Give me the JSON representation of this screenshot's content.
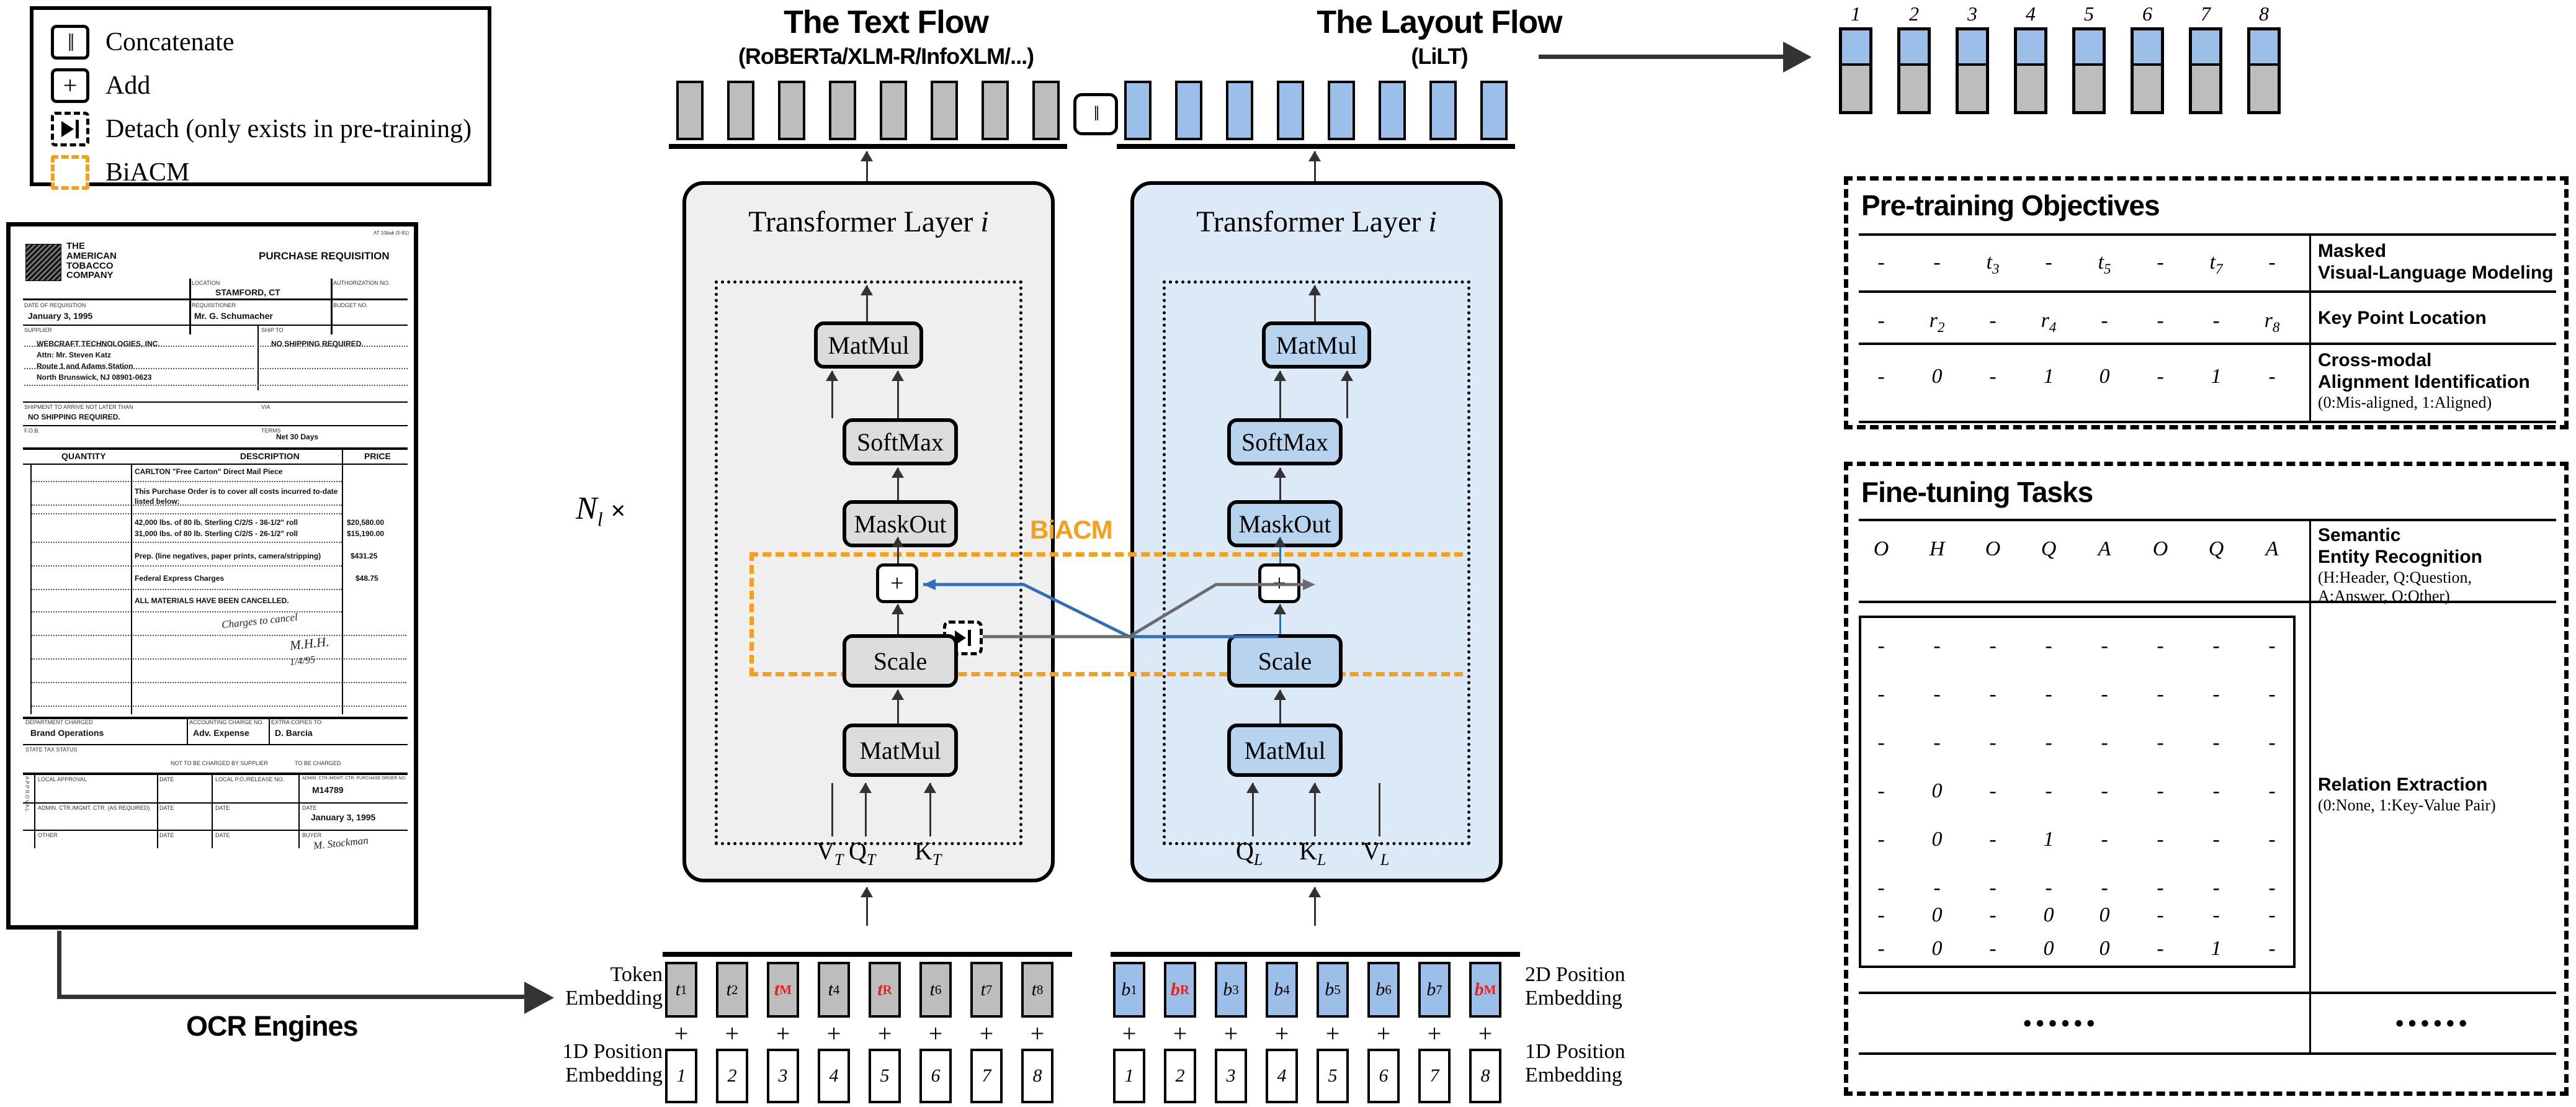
{
  "legend": {
    "items": [
      {
        "glyph": "concatenate-icon",
        "label": "Concatenate"
      },
      {
        "glyph": "add-icon",
        "label": "Add"
      },
      {
        "glyph": "detach-icon",
        "label": "Detach (only exists in pre-training)"
      },
      {
        "glyph": "biacm-icon",
        "label": "BiACM"
      }
    ]
  },
  "document": {
    "company": "THE AMERICAN TOBACCO COMPANY",
    "company_lines": [
      "THE",
      "AMERICAN",
      "TOBACCO",
      "COMPANY"
    ],
    "doc_title": "PURCHASE REQUISITION",
    "corner_code": "AT 10bak (5-81)",
    "fields": [
      {
        "label": "LOCATION",
        "value": "STAMFORD, CT"
      },
      {
        "label": "AUTHORIZATION NO.",
        "value": ""
      },
      {
        "label": "DATE OF REQUISITION",
        "value": "January 3, 1995"
      },
      {
        "label": "REQUISITIONER",
        "value": "Mr. G. Schumacher"
      },
      {
        "label": "BUDGET NO.",
        "value": ""
      },
      {
        "label": "SUPPLIER",
        "value": ""
      },
      {
        "label": "SHIP TO",
        "value": "NO SHIPPING REQUIRED."
      },
      {
        "label": "SHIPMENT TO ARRIVE NOT LATER THAN",
        "value": "NO SHIPPING REQUIRED."
      },
      {
        "label": "VIA",
        "value": ""
      },
      {
        "label": "F.O.B.",
        "value": ""
      },
      {
        "label": "TERMS",
        "value": "Net 30 Days"
      }
    ],
    "supplier_lines": [
      "WEBCRAFT TECHNOLOGIES, INC.",
      "Attn: Mr. Steven Katz",
      "Route 1 and Adams Station",
      "North Brunswick, NJ 08901-0623"
    ],
    "table_headers": [
      "QUANTITY",
      "DESCRIPTION",
      "PRICE"
    ],
    "table_rows": [
      {
        "desc": "CARLTON \"Free Carton\" Direct Mail Piece",
        "price": ""
      },
      {
        "desc": "This Purchase Order is to cover all costs incurred to-date",
        "price": ""
      },
      {
        "desc": "listed below:",
        "price": ""
      },
      {
        "desc": "42,000 lbs. of 80 lb. Sterling C/2/S - 36-1/2\" roll",
        "price": "$20,580.00"
      },
      {
        "desc": "31,000 lbs. of 80 lb. Sterling C/2/S - 26-1/2\" roll",
        "price": "$15,190.00"
      },
      {
        "desc": "Prep. (line negatives, paper prints, camera/stripping)",
        "price": "$431.25"
      },
      {
        "desc": "Federal Express Charges",
        "price": "$48.75"
      },
      {
        "desc": "ALL MATERIALS HAVE BEEN CANCELLED.",
        "price": ""
      }
    ],
    "handwriting": [
      "Charges to cancel",
      "M.H.H.",
      "1/4/95"
    ],
    "footer": [
      {
        "label": "DEPARTMENT CHARGED",
        "value": "Brand Operations"
      },
      {
        "label": "ACCOUNTING CHARGE NO.",
        "value": "Adv. Expense"
      },
      {
        "label": "EXTRA COPIES TO:",
        "value": "D. Barcia"
      },
      {
        "label": "STATE TAX STATUS",
        "value": ""
      },
      {
        "label": "NOT TO BE CHARGED BY SUPPLIER",
        "value": ""
      },
      {
        "label": "TO BE CHARGED",
        "value": ""
      },
      {
        "label": "LOCAL APPROVAL",
        "value": ""
      },
      {
        "label": "DATE",
        "value": ""
      },
      {
        "label": "LOCAL P.O./RELEASE NO.",
        "value": ""
      },
      {
        "label": "ADMIN. CTR./MGMT. CTR. PURCHASE ORDER NO.",
        "value": "M14789"
      },
      {
        "label": "ADMIN. CTR./MGMT. CTR. (AS REQUIRED)",
        "value": ""
      },
      {
        "label": "DATE",
        "value": "January 3, 1995"
      },
      {
        "label": "OTHER",
        "value": ""
      },
      {
        "label": "BUYER",
        "value": "M. Stockman"
      },
      {
        "label": "APPROVAL",
        "value": ""
      }
    ],
    "signature": "M. Stockman"
  },
  "ocr": {
    "label": "OCR Engines"
  },
  "text_flow": {
    "title": "The Text Flow",
    "subtitle": "(RoBERTa/XLM-R/InfoXLM/...)",
    "panel_title_prefix": "Transformer Layer",
    "panel_title_index": "i",
    "ops": [
      "MatMul",
      "SoftMax",
      "MaskOut",
      "Scale",
      "MatMul"
    ],
    "add_symbol": "+",
    "qkv": [
      "V",
      "Q",
      "K"
    ],
    "qkv_sub": "T",
    "tokens": [
      {
        "text": "t",
        "sub": "1",
        "red": false
      },
      {
        "text": "t",
        "sub": "2",
        "red": false
      },
      {
        "text": "t",
        "sub": "M",
        "red": true
      },
      {
        "text": "t",
        "sub": "4",
        "red": false
      },
      {
        "text": "t",
        "sub": "R",
        "red": true
      },
      {
        "text": "t",
        "sub": "6",
        "red": false
      },
      {
        "text": "t",
        "sub": "7",
        "red": false
      },
      {
        "text": "t",
        "sub": "8",
        "red": false
      }
    ],
    "positions": [
      "1",
      "2",
      "3",
      "4",
      "5",
      "6",
      "7",
      "8"
    ],
    "token_label": "Token Embedding",
    "position_label": "1D Position Embedding"
  },
  "layout_flow": {
    "title": "The Layout Flow",
    "subtitle": "(LiLT)",
    "panel_title_prefix": "Transformer Layer",
    "panel_title_index": "i",
    "ops": [
      "MatMul",
      "SoftMax",
      "MaskOut",
      "Scale",
      "MatMul"
    ],
    "add_symbol": "+",
    "qkv": [
      "Q",
      "K",
      "V"
    ],
    "qkv_sub": "L",
    "tokens": [
      {
        "text": "b",
        "sub": "1",
        "red": false
      },
      {
        "text": "b",
        "sub": "R",
        "red": true
      },
      {
        "text": "b",
        "sub": "3",
        "red": false
      },
      {
        "text": "b",
        "sub": "4",
        "red": false
      },
      {
        "text": "b",
        "sub": "5",
        "red": false
      },
      {
        "text": "b",
        "sub": "6",
        "red": false
      },
      {
        "text": "b",
        "sub": "7",
        "red": false
      },
      {
        "text": "b",
        "sub": "M",
        "red": true
      }
    ],
    "positions": [
      "1",
      "2",
      "3",
      "4",
      "5",
      "6",
      "7",
      "8"
    ],
    "token_label": "2D Position Embedding",
    "position_label": "1D Position Embedding"
  },
  "biacm": {
    "label": "BiACM",
    "color": "#f5a01d"
  },
  "repeat": {
    "symbol": "N",
    "sub": "l",
    "times": "×"
  },
  "concat": {
    "symbol": "‖"
  },
  "output": {
    "indices": [
      "1",
      "2",
      "3",
      "4",
      "5",
      "6",
      "7",
      "8"
    ],
    "top_color": "#9bbfe8",
    "bottom_color": "#bdbdbd"
  },
  "pretraining": {
    "title": "Pre-training Objectives",
    "rows": [
      {
        "values": [
          "-",
          "-",
          "t₃",
          "-",
          "t₅",
          "-",
          "t₇",
          "-"
        ],
        "raw": [
          {
            "t": "-"
          },
          {
            "t": "-"
          },
          {
            "t": "t",
            "s": "3"
          },
          {
            "t": "-"
          },
          {
            "t": "t",
            "s": "5"
          },
          {
            "t": "-"
          },
          {
            "t": "t",
            "s": "7"
          },
          {
            "t": "-"
          }
        ],
        "name": "Masked Visual-Language Modeling",
        "name_lines": [
          "Masked",
          "Visual-Language Modeling"
        ],
        "note": ""
      },
      {
        "values": [
          "-",
          "r₂",
          "-",
          "r₄",
          "-",
          "-",
          "-",
          "r₈"
        ],
        "raw": [
          {
            "t": "-"
          },
          {
            "t": "r",
            "s": "2"
          },
          {
            "t": "-"
          },
          {
            "t": "r",
            "s": "4"
          },
          {
            "t": "-"
          },
          {
            "t": "-"
          },
          {
            "t": "-"
          },
          {
            "t": "r",
            "s": "8"
          }
        ],
        "name": "Key Point Location",
        "name_lines": [
          "Key Point Location"
        ],
        "note": ""
      },
      {
        "values": [
          "-",
          "0",
          "-",
          "1",
          "0",
          "-",
          "1",
          "-"
        ],
        "raw": [
          {
            "t": "-"
          },
          {
            "t": "0"
          },
          {
            "t": "-"
          },
          {
            "t": "1"
          },
          {
            "t": "0"
          },
          {
            "t": "-"
          },
          {
            "t": "1"
          },
          {
            "t": "-"
          }
        ],
        "name": "Cross-modal Alignment Identification",
        "name_lines": [
          "Cross-modal",
          "Alignment Identification"
        ],
        "note": "(0:Mis-aligned, 1:Aligned)"
      }
    ]
  },
  "finetuning": {
    "title": "Fine-tuning Tasks",
    "ser": {
      "values": [
        "O",
        "H",
        "O",
        "Q",
        "A",
        "O",
        "Q",
        "A"
      ],
      "name_lines": [
        "Semantic",
        "Entity Recognition"
      ],
      "note_lines": [
        "(H:Header, Q:Question,",
        " A:Answer, O:Other)"
      ]
    },
    "re": {
      "matrix": [
        [
          "-",
          "-",
          "-",
          "-",
          "-",
          "-",
          "-",
          "-"
        ],
        [
          "-",
          "-",
          "-",
          "-",
          "-",
          "-",
          "-",
          "-"
        ],
        [
          "-",
          "-",
          "-",
          "-",
          "-",
          "-",
          "-",
          "-"
        ],
        [
          "-",
          "0",
          "-",
          "-",
          "-",
          "-",
          "-",
          "-"
        ],
        [
          "-",
          "0",
          "-",
          "1",
          "-",
          "-",
          "-",
          "-"
        ],
        [
          "-",
          "-",
          "-",
          "-",
          "-",
          "-",
          "-",
          "-"
        ],
        [
          "-",
          "0",
          "-",
          "0",
          "0",
          "-",
          "-",
          "-"
        ],
        [
          "-",
          "0",
          "-",
          "0",
          "0",
          "-",
          "1",
          "-"
        ]
      ],
      "name_lines": [
        "Relation Extraction"
      ],
      "note_lines": [
        "(0:None, 1:Key-Value Pair)"
      ]
    },
    "ellipsis": "••••••"
  }
}
